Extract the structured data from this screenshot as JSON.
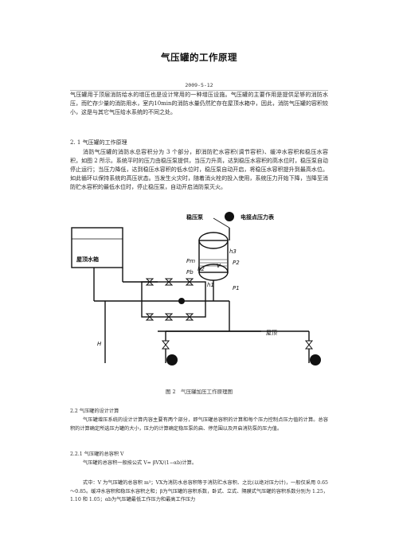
{
  "document": {
    "title": "气压罐的工作原理",
    "date": "2009-5-12",
    "intro": "气压罐用于顶层消防给水的增压也是设计常用的一种增压设施。气压罐的主要作用是提供足够的消防水压，而贮存少量的消防用水，室内10min的消防水量仍然贮存在屋顶水箱中，因此，消防气压罐的容积较小，这是与其它气压给水系统的不同之处。",
    "section_2_1": "2. 1 气压罐的工作原理",
    "section_2_1_body": "消防气压罐的消防水总容积分为 3 个部分，即消防贮水容积(调节容积)、缓冲水容积和稳压水容积，如图 2 所示。系统平时的压力由稳压泵提供，当压力升高，达到稳压水容积的高水位时，稳压泵自动停止运行；当压力降低，达到稳压水容积的低水位时，稳压泵自动开启，将稳压水容积提升到最高水位。如此循环以保持系统的高压状态。当发生火灾时，随着消火栓的投入使用，系统压力开始下降，当降至消防贮水容积的最低水位时，停止稳压泵，自动开启消防泵灭火。",
    "figure_caption": "图 2　气压罐加压工作原理图",
    "section_2_2": "2.2 气压罐的设计计算",
    "section_2_2_body": "气压罐增压系统的设计计算内容主要有两个部分，即气压罐总容积的计算和每个压力控制点压力值的计算。总容积的计算确定所选压力罐的大小，压力的计算确定稳压泵的启、停范围以及开启消防泵的压力值。",
    "section_2_2_1": "2.2.1 气压罐的总容积 V",
    "formula_line": "气压罐的总容积一般按公式 V= βVX/(1−αb)计算。",
    "definitions": "式中：V 为气压罐的总容积 m³；VX为消防水总容积等于消防贮水容积、之比(以绝对压力计)，一般仅采用 0.65～0.85。缓冲水容积和稳压水容积之和；β为气压罐的容积系数，卧式、立式、隔膜式气压罐的容积系数分别为 1.25，1.10 和 1.05；αb为气压罐最低工作压力和最高工作压力"
  },
  "diagram_labels": {
    "pump": "稳压泵",
    "gauge": "电接点压力表",
    "tank": "屋顶水箱",
    "roof": "屋顶",
    "H": "H",
    "P1": "P1",
    "P2": "P2",
    "Pm": "Pm",
    "Pb": "Pb",
    "h1": "h1",
    "h2": "h2",
    "h3": "h3",
    "V": "V"
  }
}
